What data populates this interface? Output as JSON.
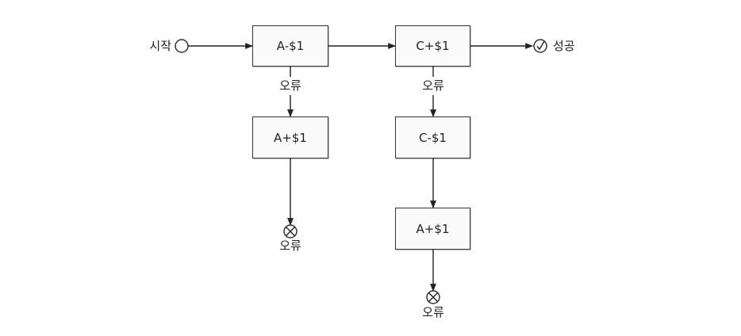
{
  "diagram": {
    "start": {
      "label": "시작"
    },
    "success": {
      "label": "성공"
    },
    "steps": {
      "a_minus": "A-$1",
      "c_plus": "C+$1",
      "a_plus_left": "A+$1",
      "c_minus": "C-$1",
      "a_plus_right": "A+$1"
    },
    "edge_labels": {
      "error_left": "오류",
      "error_right": "오류"
    },
    "end_errors": {
      "left": "오류",
      "right": "오류"
    }
  }
}
